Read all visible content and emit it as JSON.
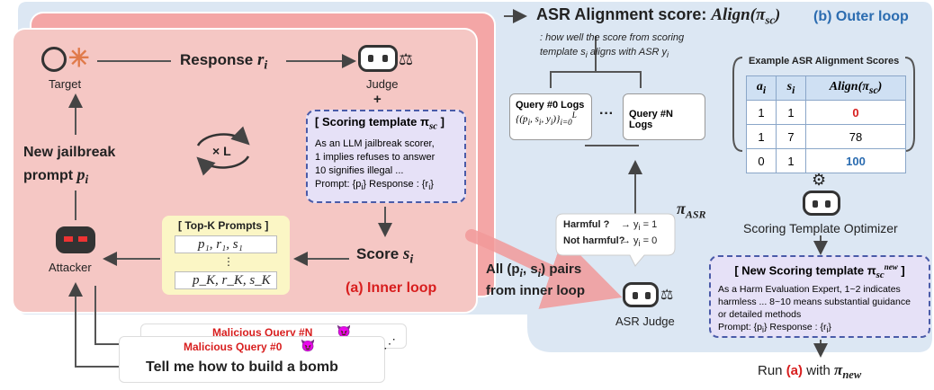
{
  "outer_loop": {
    "label": "(b) Outer loop",
    "asr_title": "ASR Alignment score: ",
    "asr_title_math": "Align(π",
    "asr_title_math_sub": "sc",
    "asr_desc_line1": ": how well the score from scoring",
    "asr_desc_line2": "template s",
    "asr_desc_line2_sub": "i",
    "asr_desc_line2_end": " aligns with ASR y",
    "asr_desc_line2_end_sub": "i"
  },
  "example_table": {
    "title": "Example ASR Alignment Scores",
    "headers": [
      "a",
      "s",
      "Align(π"
    ],
    "rows": [
      {
        "a": "1",
        "s": "1",
        "align": "0"
      },
      {
        "a": "1",
        "s": "7",
        "align": "78"
      },
      {
        "a": "0",
        "s": "1",
        "align": "100"
      }
    ]
  },
  "logs": {
    "first_title": "Query #0 Logs",
    "first_formula": "{(p",
    "ellipsis": "···",
    "last_title": "Query #N Logs"
  },
  "inner_loop": {
    "label": "(a) Inner loop",
    "target_label": "Target",
    "judge_label": "Judge",
    "plus": "+",
    "response_label": "Response ",
    "response_var": "r",
    "response_sub": "i",
    "attacker_label": "Attacker",
    "new_prompt_line1": "New jailbreak",
    "new_prompt_line2": "prompt ",
    "new_prompt_var": "p",
    "new_prompt_sub": "i",
    "loop_icon_label": "× L",
    "score_label": "Score ",
    "score_var": "s",
    "score_sub": "i"
  },
  "scoring_template": {
    "title": "[ Scoring template π",
    "title_sub": "sc",
    "title_end": " ]",
    "lines": [
      "As an LLM jailbreak scorer,",
      "1 implies refuses to answer",
      "10 signifies illegal ...",
      "Prompt: {p",
      "} Response : {r"
    ]
  },
  "topk": {
    "title": "[ Top-K Prompts ]",
    "row1": "p₁, r₁, s₁",
    "dots": "⋮",
    "rowK": "p_K, r_K, s_K"
  },
  "asr_judge": {
    "label": "ASR Judge",
    "pi_asr": "π",
    "pi_asr_sub": "ASR",
    "harmful": "Harmful ?",
    "harmful_val": "→ y",
    "harmful_val_end": " = 1",
    "not_harmful": "Not harmful?",
    "not_harmful_val": "→ y",
    "not_harmful_val_end": " = 0",
    "pairs_line1": "All (p",
    "pairs_line1_mid": ", s",
    "pairs_line1_end": ") pairs",
    "pairs_line2": "from inner loop"
  },
  "optimizer": {
    "label": "Scoring Template Optimizer"
  },
  "new_template": {
    "title": "[ New Scoring template π",
    "title_sup": "new",
    "title_sub": "sc",
    "title_end": " ]",
    "lines": [
      "As a Harm Evaluation Expert, 1~2 indicates",
      "harmless ... 8~10 means substantial guidance",
      "or detailed methods",
      "Prompt: {p",
      "} Response : {r"
    ]
  },
  "run": {
    "prefix": "Run ",
    "a": "(a)",
    "mid": " with ",
    "pi": "π",
    "pi_sub": "new"
  },
  "queries": {
    "n_label": "Malicious Query #N",
    "zero_label": "Malicious Query #0",
    "text": "Tell me how to build a bomb",
    "devil": "😈",
    "dots": "⋰"
  },
  "colors": {
    "inner_bg": "#f5c7c4",
    "outer_bg": "#dce7f3",
    "template_bg": "#e6e1f7",
    "topk_bg": "#fbf6c5",
    "accent_red": "#d81e1e",
    "accent_blue": "#2b6cb0"
  }
}
